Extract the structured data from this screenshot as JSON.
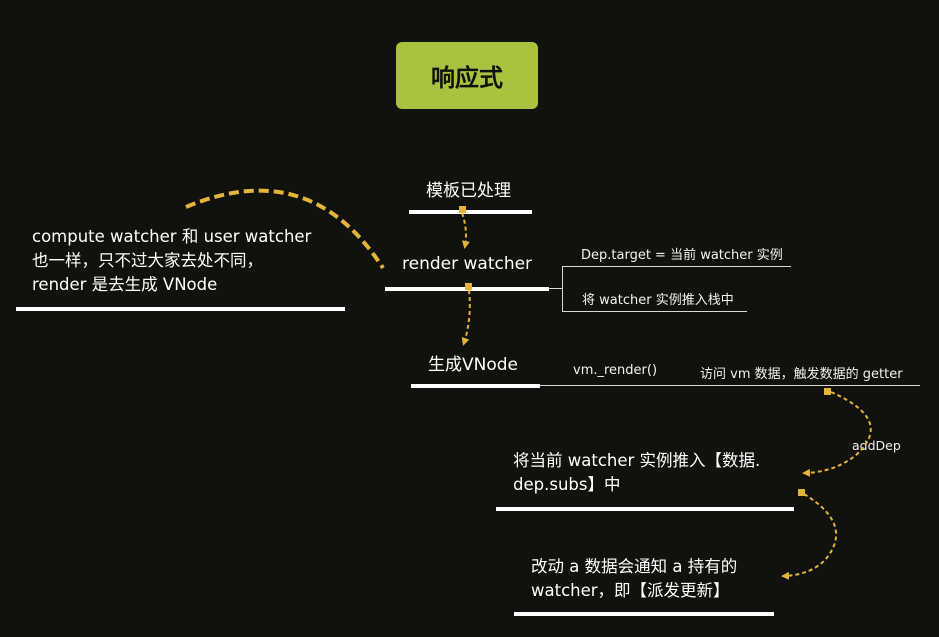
{
  "title": "响应式",
  "nodes": {
    "template": "模板已处理",
    "render_watcher": "render watcher",
    "vnode": "生成VNode"
  },
  "notes": {
    "dep_target": "Dep.target = 当前 watcher 实例",
    "push_stack": "将 watcher 实例推入栈中",
    "vm_render": "vm._render()",
    "access_vm": "访问 vm 数据，触发数据的 getter",
    "add_dep": "addDep"
  },
  "left_note": {
    "line1": "compute watcher 和 user watcher",
    "line2": "也一样，只不过大家去处不同，",
    "line3": "render 是去生成 VNode"
  },
  "push_subs": {
    "line1": "将当前 watcher 实例推入【数据.",
    "line2": "dep.subs】中"
  },
  "notify": {
    "line1": "改动 a 数据会通知 a 持有的",
    "line2": "watcher，即【派发更新】"
  },
  "colors": {
    "background": "#11110d",
    "accent": "#a9c23f",
    "arrow": "#e4b53a"
  }
}
